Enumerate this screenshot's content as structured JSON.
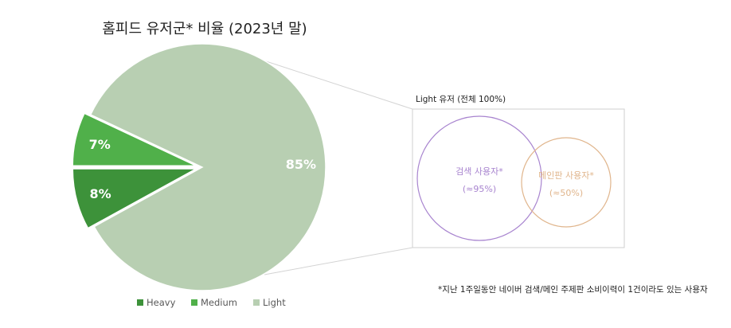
{
  "chart_data": {
    "type": "pie",
    "title": "홈피드 유저군* 비율 (2023년 말)",
    "categories": [
      "Heavy",
      "Medium",
      "Light"
    ],
    "values": [
      8,
      7,
      85
    ],
    "value_labels": [
      "8%",
      "7%",
      "85%"
    ],
    "colors": [
      "#3d923a",
      "#50b04a",
      "#b8cfb2"
    ],
    "exploded": [
      "Heavy",
      "Medium"
    ],
    "legend_position": "bottom",
    "breakout": {
      "title": "Light 유저 (전체 100%)",
      "type": "venn",
      "sets": [
        {
          "name": "검색 사용자*",
          "value_label": "(≈95%)",
          "color": "#a884cf"
        },
        {
          "name": "메인판 사용자*",
          "value_label": "(≈50%)",
          "color": "#e0b58c"
        }
      ]
    },
    "footnote": "*지난 1주일동안 네이버 검색/메인 주제판 소비이력이 1건이라도 있는 사용자"
  }
}
